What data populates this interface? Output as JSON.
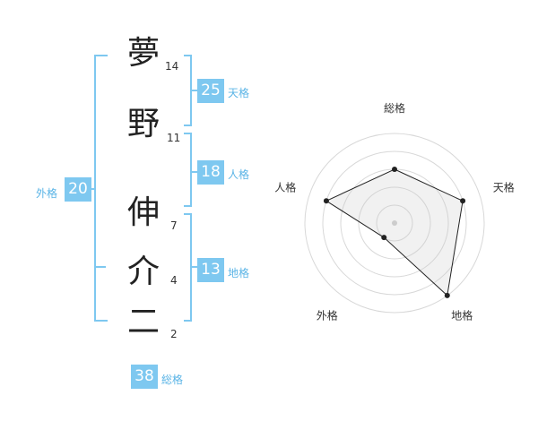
{
  "name": {
    "chars": [
      {
        "char": "夢",
        "strokes": "14"
      },
      {
        "char": "野",
        "strokes": "11"
      },
      {
        "char": "伸",
        "strokes": "7"
      },
      {
        "char": "介",
        "strokes": "4"
      },
      {
        "char": "二",
        "strokes": "2"
      }
    ]
  },
  "kakaku": {
    "tenkaku": {
      "value": "25",
      "label": "天格"
    },
    "jinkaku": {
      "value": "18",
      "label": "人格"
    },
    "chikaku": {
      "value": "13",
      "label": "地格"
    },
    "gaikaku": {
      "value": "20",
      "label": "外格"
    },
    "soukaku": {
      "value": "38",
      "label": "総格"
    }
  },
  "colors": {
    "accent": "#7ec8f0",
    "accent_text": "#5ab4e6"
  },
  "chart_data": {
    "type": "radar",
    "axes": [
      "総格",
      "天格",
      "地格",
      "外格",
      "人格"
    ],
    "values": [
      3,
      4,
      5,
      1,
      4
    ],
    "rmax": 5,
    "grid": true
  }
}
